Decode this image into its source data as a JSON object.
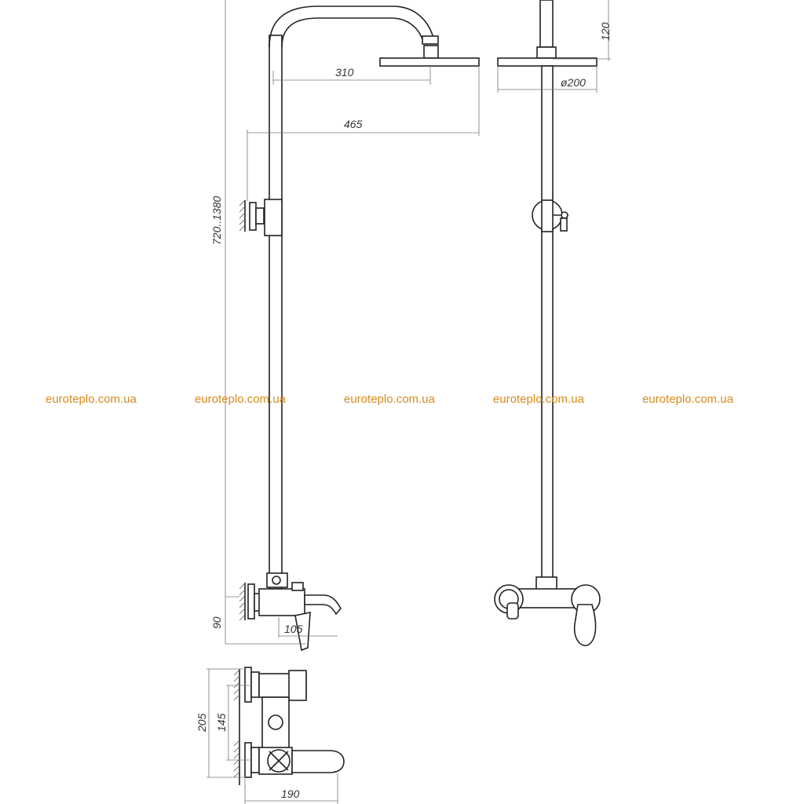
{
  "dimensions": {
    "arm_reach": "310",
    "total_reach": "465",
    "height_range": "720..1380",
    "top_height": "120",
    "head_diameter": "ø200",
    "mixer_height": "90",
    "spout_length": "105",
    "plan_depth": "205",
    "plan_offset": "145",
    "plan_width": "190"
  },
  "watermark": {
    "text": "euroteplo.com.ua",
    "color": "#d98a1c"
  }
}
